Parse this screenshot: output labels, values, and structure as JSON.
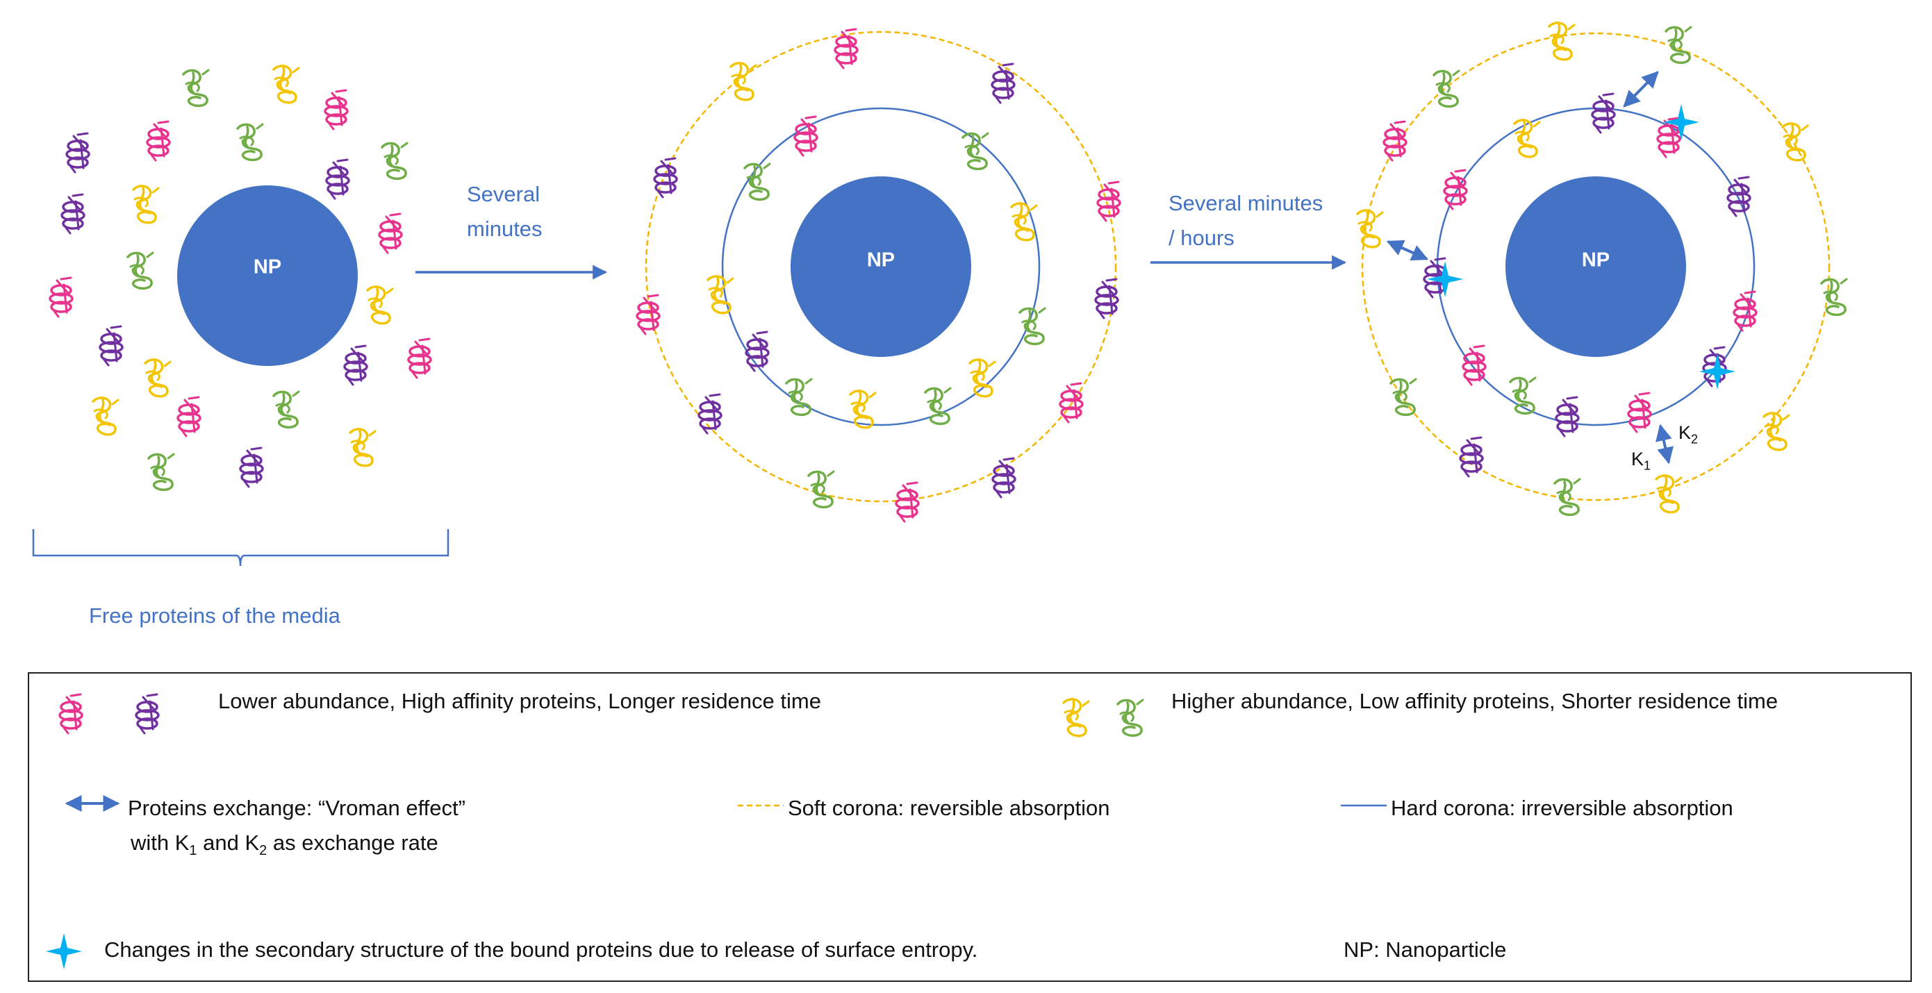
{
  "colors": {
    "nanoparticle": "#4472C4",
    "hard_corona": "#4472C4",
    "soft_corona": "#F4B400",
    "protein_pink": "#E8338E",
    "protein_purple": "#7030A0",
    "protein_yellow": "#F2C500",
    "protein_green": "#70AD47",
    "exchange_arrow": "#4472C4",
    "structure_change": "#00B0F0"
  },
  "stages": {
    "np_label": "NP",
    "free_proteins_label": "Free proteins of the media",
    "arrow1_label_line1": "Several",
    "arrow1_label_line2": "minutes",
    "arrow2_label_line1": "Several minutes",
    "arrow2_label_line2": "/ hours",
    "k1_base": "K",
    "k1_sub": "1",
    "k2_base": "K",
    "k2_sub": "2"
  },
  "legend": {
    "high_affinity_text": "Lower abundance, High affinity proteins, Longer residence time",
    "low_affinity_text": "Higher abundance, Low affinity proteins, Shorter residence time",
    "exchange_text_line1": "Proteins exchange: “Vroman effect”",
    "exchange_text_line2_a": "with K",
    "exchange_text_line2_b": "1",
    "exchange_text_line2_c": " and K",
    "exchange_text_line2_d": "2",
    "exchange_text_line2_e": " as exchange rate",
    "soft_corona_text": "Soft corona: reversible absorption",
    "hard_corona_text": "Hard corona: irreversible absorption",
    "structure_change_text": "Changes in the secondary structure of the bound proteins due to release of surface entropy.",
    "np_definition": "NP: Nanoparticle"
  }
}
